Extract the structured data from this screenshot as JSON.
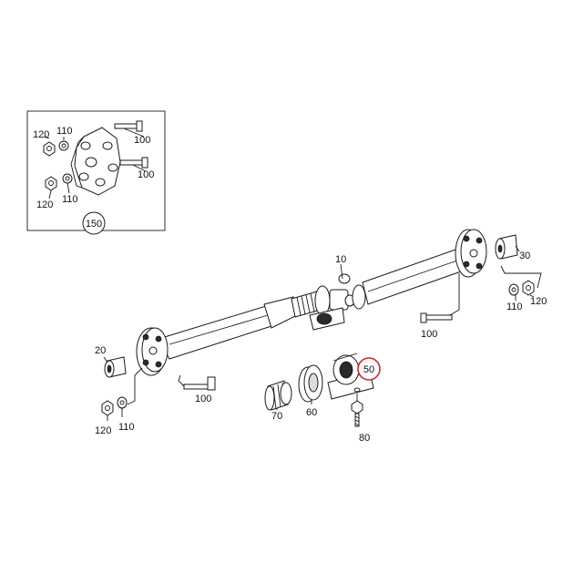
{
  "diagram": {
    "inset_label": "150",
    "labels": {
      "inset_120_top": "120",
      "inset_110_top": "110",
      "inset_100_top": "100",
      "inset_100_mid": "100",
      "inset_120_bottom": "120",
      "inset_110_bottom": "110",
      "shaft": "10",
      "front_bushing": "20",
      "front_bolt": "100",
      "front_nut": "120",
      "front_washer": "110",
      "rear_bushing": "30",
      "rear_bolt": "100",
      "rear_washer": "110",
      "rear_nut": "120",
      "boot": "70",
      "bearing": "60",
      "bracket_bolt": "80",
      "center_bearing_support": "50"
    },
    "highlight_color": "#d0242b"
  }
}
